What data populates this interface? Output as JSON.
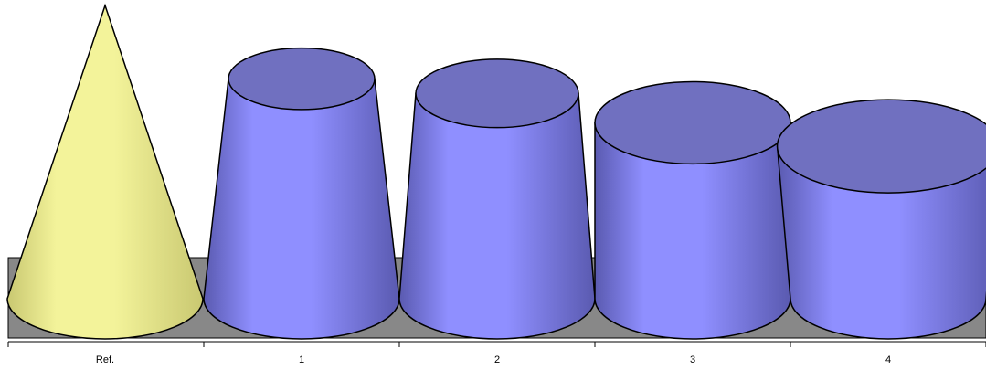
{
  "chart_data": {
    "type": "bar",
    "subtype": "3d-cone",
    "categories": [
      "Ref.",
      "1",
      "2",
      "3",
      "4"
    ],
    "values": [
      100,
      75,
      70,
      60,
      52
    ],
    "ylim": [
      0,
      100
    ],
    "grid": false,
    "legend": "none",
    "title": "",
    "xlabel": "",
    "ylabel": ""
  },
  "colors": {
    "reference": "#f3f39a",
    "reference_dark": "#c9c871",
    "series": "#8f8fff",
    "series_dark": "#5a5ab0",
    "top_face": "#7070c0",
    "floor": "#888888",
    "outline": "#000000"
  }
}
